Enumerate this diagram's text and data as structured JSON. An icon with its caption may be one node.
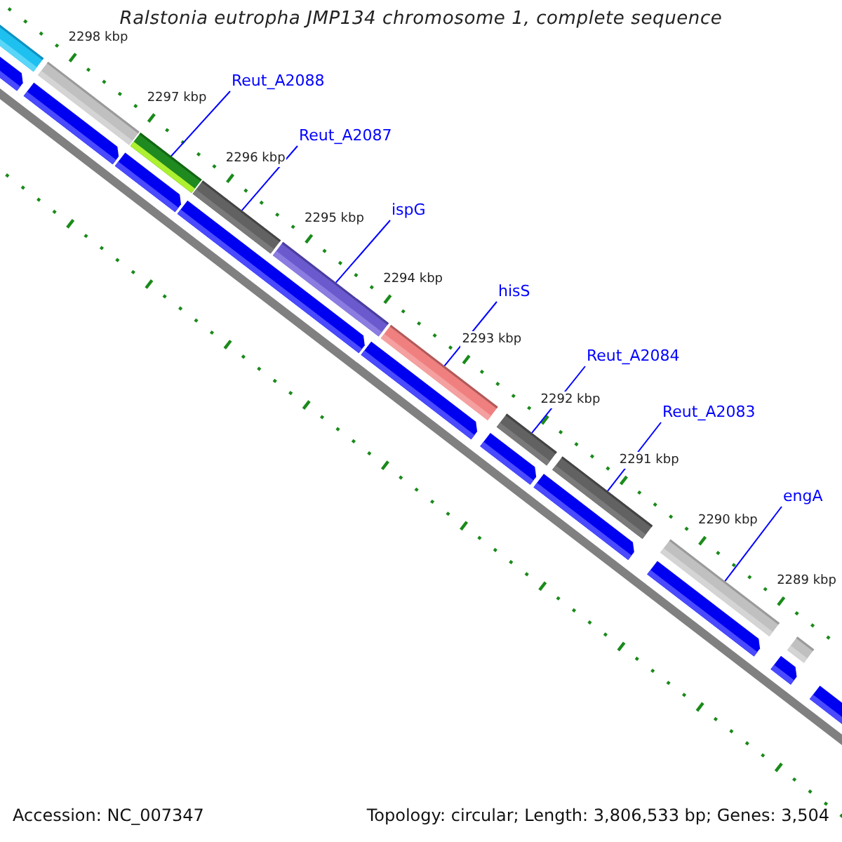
{
  "diagram": {
    "title": "Ralstonia eutropha JMP134 chromosome 1, complete sequence",
    "nodes": [
      {
        "text": [
          "Reut_A2088"
        ]
      },
      {
        "text": [
          "Reut_A2087"
        ]
      },
      {
        "text": [
          "ispG"
        ]
      },
      {
        "text": [
          "hisS"
        ]
      },
      {
        "text": [
          "Reut_A2084"
        ]
      },
      {
        "text": [
          "Reut_A2083"
        ]
      },
      {
        "text": [
          "engA"
        ]
      },
      {
        "text": [],
        "shape": "bar"
      },
      {
        "text": [],
        "shape": "bar"
      },
      {
        "text": [],
        "shape": "bar"
      },
      {
        "text": [],
        "shape": "bar"
      },
      {
        "text": [],
        "shape": "bar"
      },
      {
        "text": [],
        "shape": "bar"
      },
      {
        "text": [],
        "shape": "bar"
      }
    ],
    "edges": [
      {
        "from": 0,
        "to": 7,
        "arrow": "none"
      },
      {
        "from": 1,
        "to": 8,
        "arrow": "none"
      },
      {
        "from": 2,
        "to": 9,
        "arrow": "none"
      },
      {
        "from": 3,
        "to": 10,
        "arrow": "none"
      },
      {
        "from": 4,
        "to": 11,
        "arrow": "none"
      },
      {
        "from": 5,
        "to": 12,
        "arrow": "none"
      },
      {
        "from": 6,
        "to": 13,
        "arrow": "none"
      }
    ],
    "labels": [
      "2298 kbp",
      "2297 kbp",
      "2296 kbp",
      "2295 kbp",
      "2294 kbp",
      "2293 kbp",
      "2292 kbp",
      "2291 kbp",
      "2290 kbp",
      "2289 kbp",
      "Accession: NC_007347",
      "Topology: circular; Length: 3,806,533 bp; Genes: 3,504"
    ]
  }
}
